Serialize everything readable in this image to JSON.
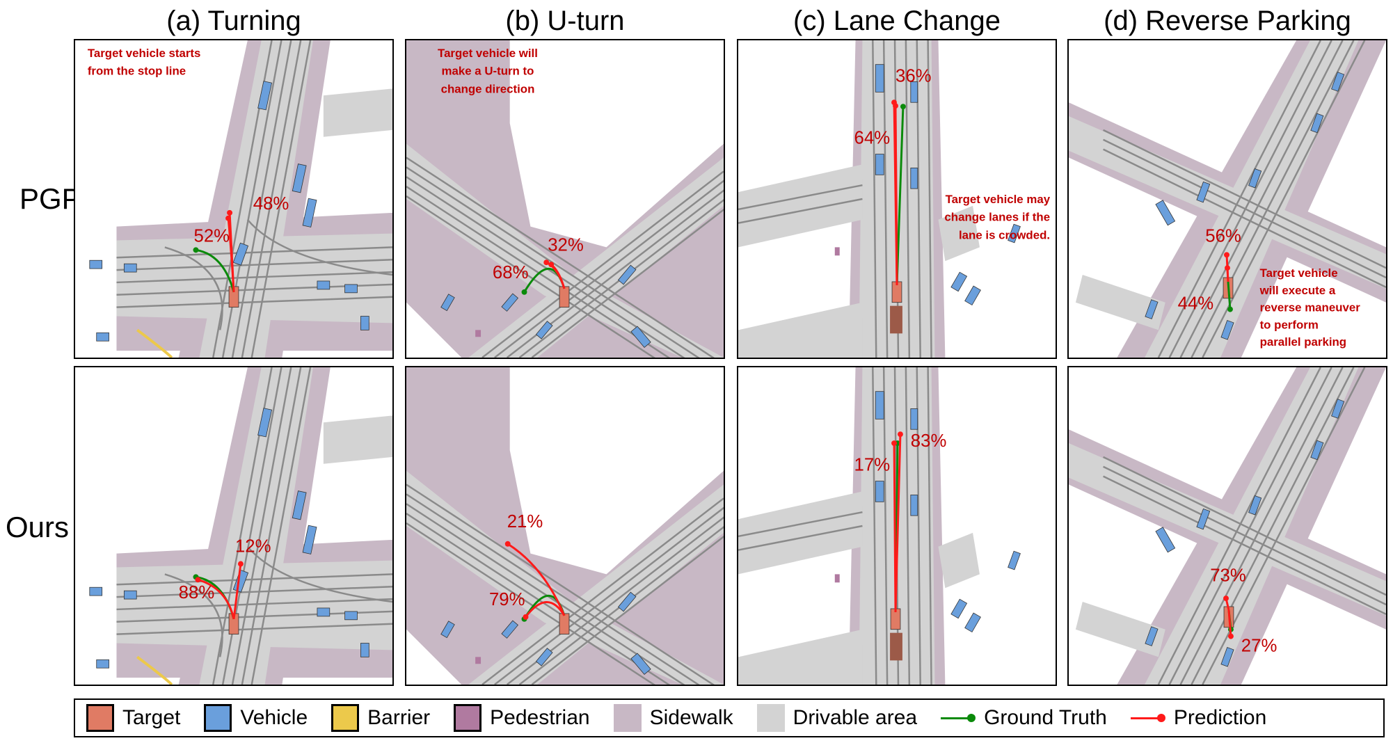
{
  "columns": [
    {
      "title": "(a) Turning"
    },
    {
      "title": "(b) U-turn"
    },
    {
      "title": "(c) Lane  Change"
    },
    {
      "title": "(d) Reverse Parking"
    }
  ],
  "rows": [
    {
      "label": "PGP"
    },
    {
      "label": "Ours"
    }
  ],
  "annotations": {
    "turning": [
      "Target vehicle starts",
      "from the stop line"
    ],
    "uturn": [
      "Target vehicle will",
      "make a U-turn to",
      "change direction"
    ],
    "lane_change": [
      "Target vehicle may",
      "change lanes if the",
      "lane is crowded."
    ],
    "reverse_parking": [
      "Target vehicle",
      "will execute a",
      "reverse maneuver",
      "to perform",
      "parallel parking"
    ]
  },
  "probabilities": {
    "pgp": {
      "turning": [
        "48%",
        "52%"
      ],
      "uturn": [
        "68%",
        "32%"
      ],
      "lane_change": [
        "36%",
        "64%"
      ],
      "reverse_parking": [
        "56%",
        "44%"
      ]
    },
    "ours": {
      "turning": [
        "12%",
        "88%"
      ],
      "uturn": [
        "21%",
        "79%"
      ],
      "lane_change": [
        "83%",
        "17%"
      ],
      "reverse_parking": [
        "73%",
        "27%"
      ]
    }
  },
  "legend": [
    {
      "label": "Target",
      "color": "#e07b64"
    },
    {
      "label": "Vehicle",
      "color": "#6a9fdc"
    },
    {
      "label": "Barrier",
      "color": "#ecc94b"
    },
    {
      "label": "Pedestrian",
      "color": "#b07aa0"
    },
    {
      "label": "Sidewalk",
      "color": "#c8b8c5"
    },
    {
      "label": "Drivable area",
      "color": "#d3d3d3"
    },
    {
      "label": "Ground Truth",
      "color": "#0a8a0a"
    },
    {
      "label": "Prediction",
      "color": "#ff1a1a"
    }
  ]
}
